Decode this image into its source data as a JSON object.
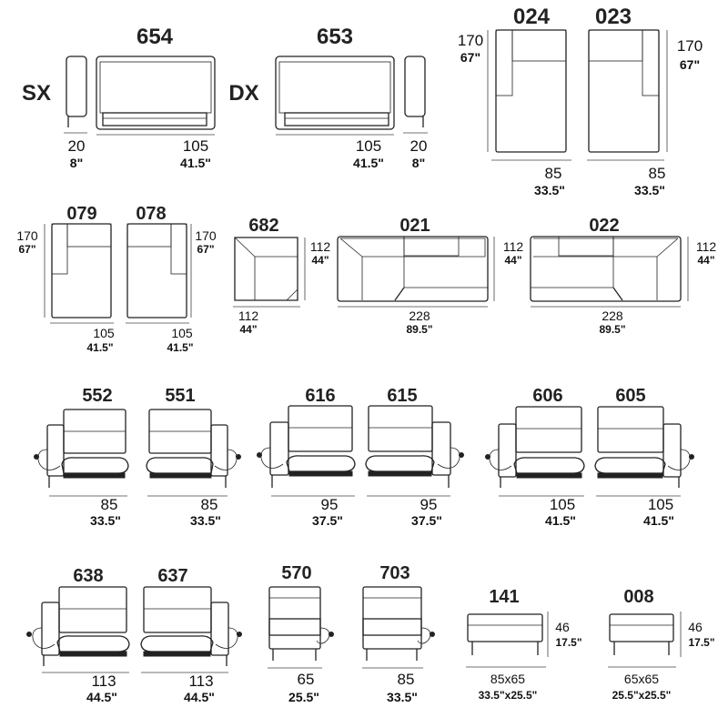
{
  "row1": {
    "m654": {
      "code": "654",
      "width": "105",
      "width_in": "41.5\""
    },
    "m653": {
      "code": "653",
      "width": "105",
      "width_in": "41.5\""
    },
    "sx": {
      "label": "SX",
      "width": "20",
      "width_in": "8\""
    },
    "dx": {
      "label": "DX",
      "width": "20",
      "width_in": "8\""
    },
    "m024": {
      "code": "024",
      "width": "85",
      "width_in": "33.5\"",
      "depth": "170",
      "depth_in": "67\""
    },
    "m023": {
      "code": "023",
      "width": "85",
      "width_in": "33.5\"",
      "depth": "170",
      "depth_in": "67\""
    }
  },
  "row2": {
    "m079": {
      "code": "079",
      "width": "105",
      "width_in": "41.5\"",
      "depth": "170",
      "depth_in": "67\""
    },
    "m078": {
      "code": "078",
      "width": "105",
      "width_in": "41.5\"",
      "depth": "170",
      "depth_in": "67\""
    },
    "m682": {
      "code": "682",
      "width": "112",
      "width_in": "44\"",
      "depth": "112",
      "depth_in": "44\""
    },
    "m021": {
      "code": "021",
      "width": "228",
      "width_in": "89.5\"",
      "depth": "112",
      "depth_in": "44\""
    },
    "m022": {
      "code": "022",
      "width": "228",
      "width_in": "89.5\"",
      "depth": "112",
      "depth_in": "44\""
    }
  },
  "row3": {
    "m552": {
      "code": "552",
      "width": "85",
      "width_in": "33.5\""
    },
    "m551": {
      "code": "551",
      "width": "85",
      "width_in": "33.5\""
    },
    "m616": {
      "code": "616",
      "width": "95",
      "width_in": "37.5\""
    },
    "m615": {
      "code": "615",
      "width": "95",
      "width_in": "37.5\""
    },
    "m606": {
      "code": "606",
      "width": "105",
      "width_in": "41.5\""
    },
    "m605": {
      "code": "605",
      "width": "105",
      "width_in": "41.5\""
    }
  },
  "row4": {
    "m638": {
      "code": "638",
      "width": "113",
      "width_in": "44.5\""
    },
    "m637": {
      "code": "637",
      "width": "113",
      "width_in": "44.5\""
    },
    "m570": {
      "code": "570",
      "width": "65",
      "width_in": "25.5\""
    },
    "m703": {
      "code": "703",
      "width": "85",
      "width_in": "33.5\""
    },
    "m141": {
      "code": "141",
      "size": "85x65",
      "size_in": "33.5\"x25.5\"",
      "height": "46",
      "height_in": "17.5\""
    },
    "m008": {
      "code": "008",
      "size": "65x65",
      "size_in": "25.5\"x25.5\"",
      "height": "46",
      "height_in": "17.5\""
    }
  }
}
